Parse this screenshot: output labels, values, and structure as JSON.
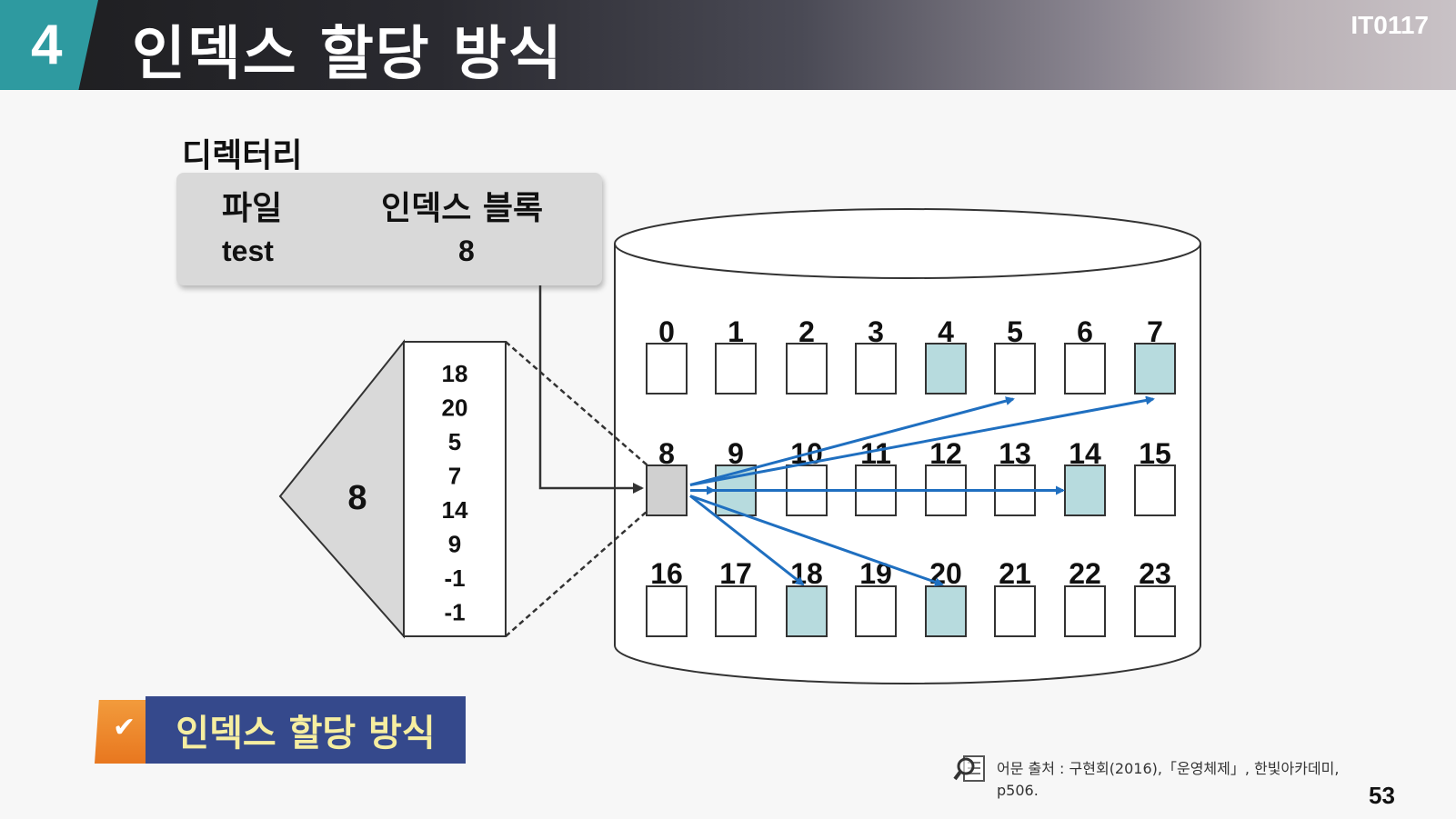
{
  "header": {
    "section_number": "4",
    "title": "인덱스 할당 방식",
    "course_code": "IT0117"
  },
  "directory": {
    "label": "디렉터리",
    "col_file": "파일",
    "col_index_block": "인덱스 블록",
    "file_name": "test",
    "index_block": "8"
  },
  "index_block": {
    "block_number": "8",
    "entries": [
      "18",
      "20",
      "5",
      "7",
      "14",
      "9",
      "-1",
      "-1"
    ]
  },
  "disk": {
    "rows": [
      [
        "0",
        "1",
        "2",
        "3",
        "4",
        "5",
        "6",
        "7"
      ],
      [
        "8",
        "9",
        "10",
        "11",
        "12",
        "13",
        "14",
        "15"
      ],
      [
        "16",
        "17",
        "18",
        "19",
        "20",
        "21",
        "22",
        "23"
      ]
    ],
    "filled_blocks": [
      "4",
      "7",
      "9",
      "14",
      "18",
      "20"
    ],
    "index_block": "8",
    "arrow_targets": [
      "18",
      "20",
      "5",
      "7",
      "14",
      "9"
    ],
    "colors": {
      "filled": "#b7dbde",
      "index": "#d0d0d0",
      "arrow": "#1f6fc0"
    }
  },
  "legend": {
    "label": "인덱스 할당 방식"
  },
  "source": {
    "text_line1": "어문 출처 : 구현회(2016),「운영체제」, 한빛아카데미,",
    "text_line2": "p506."
  },
  "page_number": "53"
}
